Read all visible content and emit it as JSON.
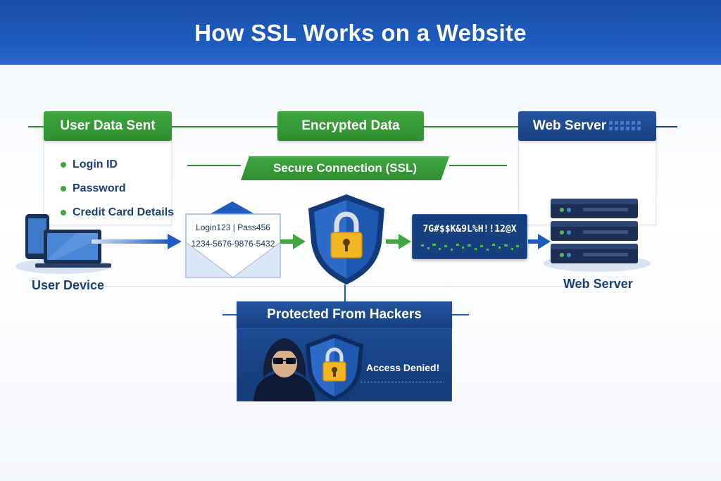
{
  "title": "How SSL Works on a Website",
  "columns": {
    "user_data": {
      "heading": "User Data Sent",
      "items": [
        "Login ID",
        "Password",
        "Credit Card Details"
      ]
    },
    "encrypted": {
      "heading": "Encrypted Data"
    },
    "server": {
      "heading": "Web Server"
    }
  },
  "secure_connection": "Secure Connection (SSL)",
  "envelope": {
    "line1": "Login123 | Pass456",
    "line2": "1234-5676-9876-5432"
  },
  "cipher_text": "7G#$$K&9L%H!!12@X",
  "device_label": "User Device",
  "server_label": "Web Server",
  "hackers": {
    "heading": "Protected From Hackers",
    "status": "Access Denied!"
  },
  "colors": {
    "primary_blue": "#1f5cc0",
    "dark_blue": "#173f80",
    "green": "#2f8d2f",
    "gold": "#f2b523"
  },
  "icons": [
    "phone-icon",
    "laptop-icon",
    "envelope-icon",
    "shield-lock-icon",
    "server-rack-icon",
    "hacker-icon"
  ]
}
